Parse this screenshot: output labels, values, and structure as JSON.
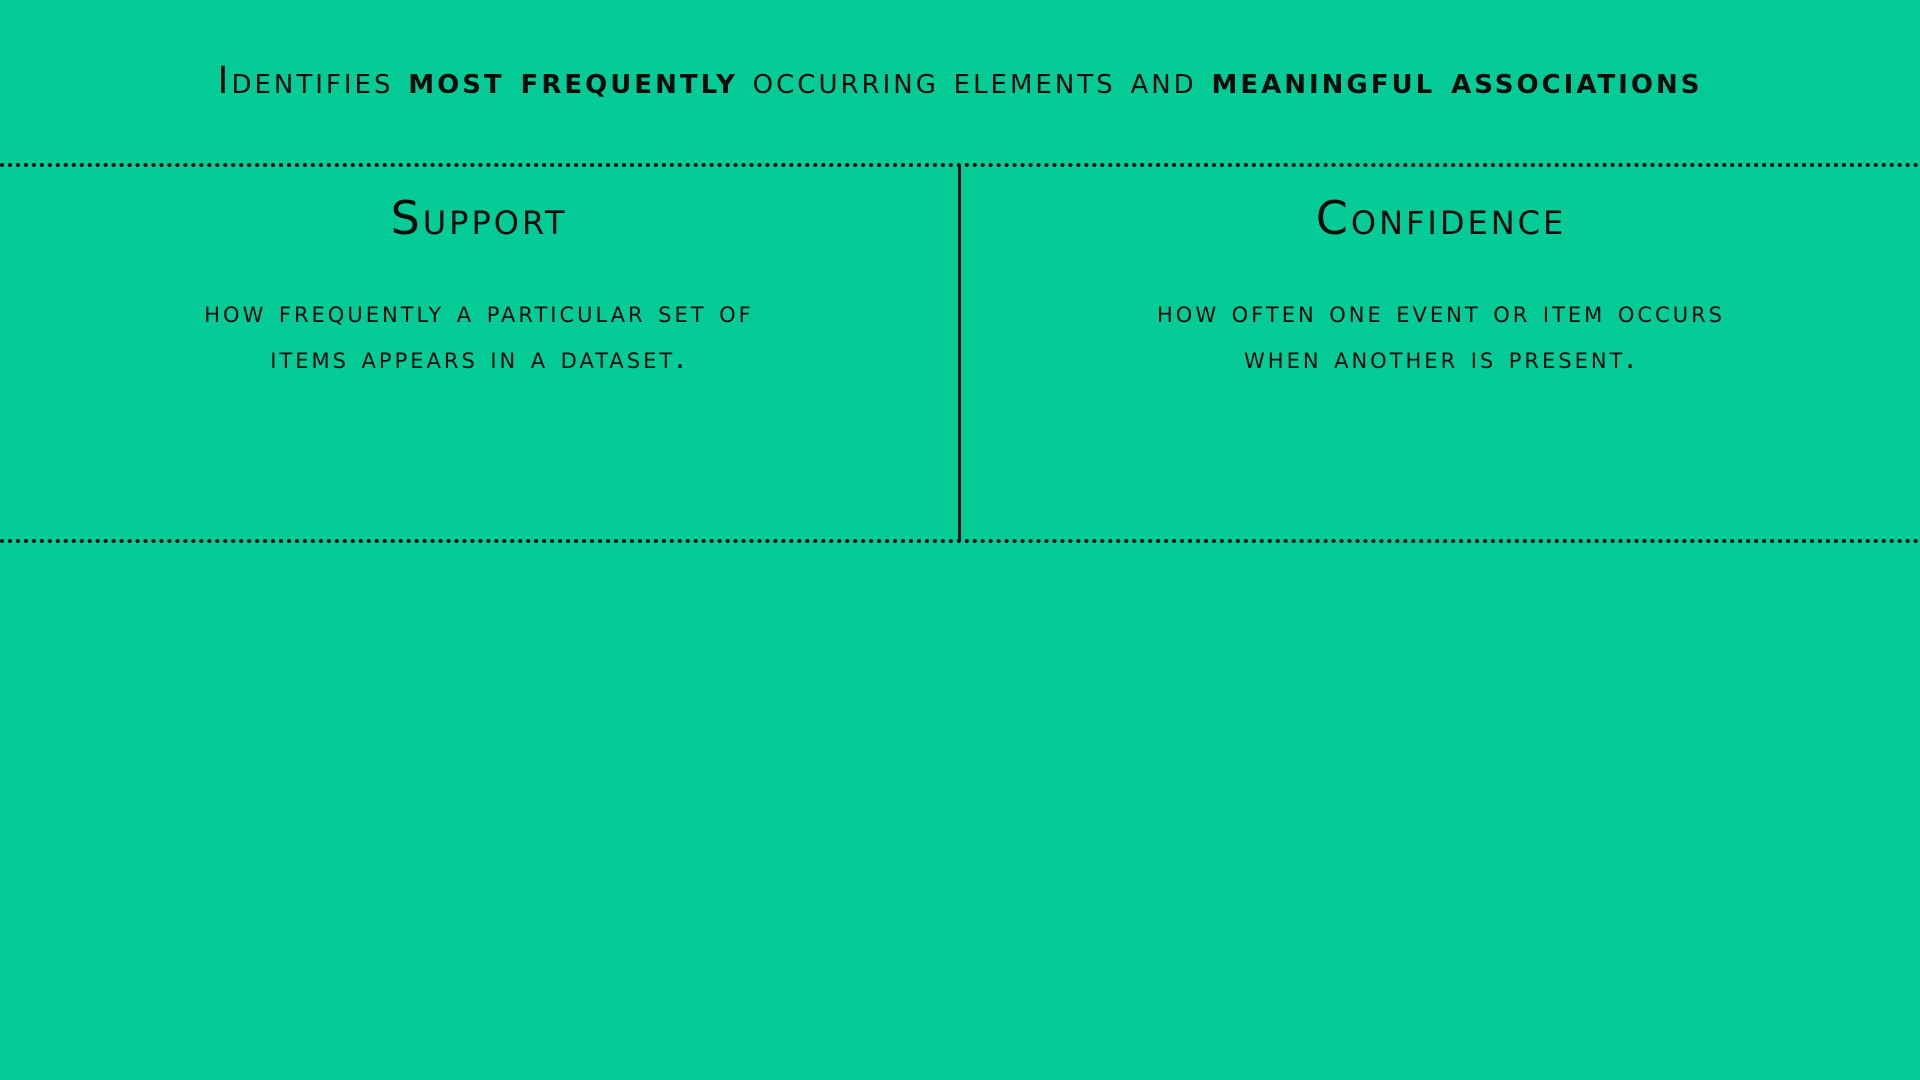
{
  "colors": {
    "background": "#05CB96",
    "text": "#0B0B0B",
    "rules": "#111111"
  },
  "headline": {
    "part1": "Identifies ",
    "part2_bold": "most frequently",
    "part3": " occurring  elements  and ",
    "part4_bold": "meaningful associations"
  },
  "columns": [
    {
      "title": "Support",
      "body_lines": [
        "how frequently a particular set of",
        "items appears in a dataset."
      ]
    },
    {
      "title": "Confidence",
      "body_lines": [
        "how often one event or item occurs",
        "when another is present."
      ]
    }
  ]
}
